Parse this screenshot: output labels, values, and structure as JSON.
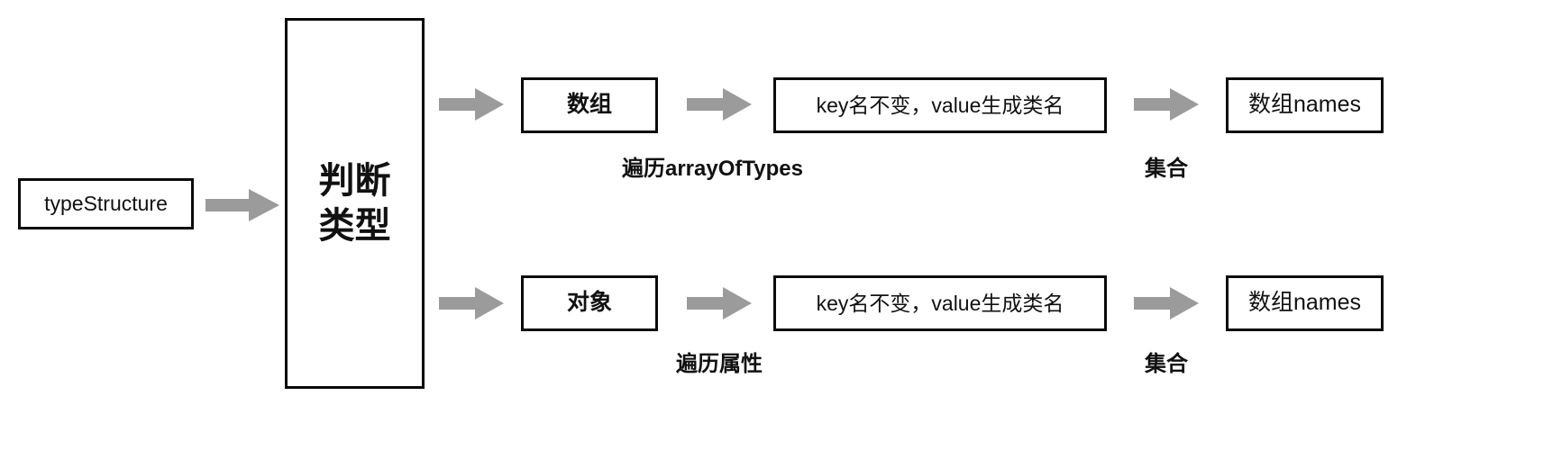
{
  "diagram": {
    "title": "typeStructure type-dispatch flow",
    "background_color": "#ffffff",
    "box_border_color": "#0a0a0a",
    "arrow_color": "#9b9b9b",
    "text_color": "#111111",
    "nodes": {
      "input": {
        "label": "typeStructure"
      },
      "decision": {
        "label": "判断\n类型"
      },
      "array_branch": {
        "label": "数组"
      },
      "array_transform": {
        "label": "key名不变，value生成类名"
      },
      "array_output": {
        "label": "数组names"
      },
      "object_branch": {
        "label": "对象"
      },
      "object_transform": {
        "label": "key名不变，value生成类名"
      },
      "object_output": {
        "label": "数组names"
      }
    },
    "edge_labels": {
      "array_iterate": "遍历arrayOfTypes",
      "array_collect": "集合",
      "object_iterate": "遍历属性",
      "object_collect": "集合"
    },
    "arrows": {
      "input_to_decision": "arrow-right-icon",
      "decision_to_array": "arrow-right-icon",
      "array_to_transform": "arrow-right-icon",
      "transform_to_array_output": "arrow-right-icon",
      "decision_to_object": "arrow-right-icon",
      "object_to_transform": "arrow-right-icon",
      "transform_to_object_output": "arrow-right-icon"
    }
  }
}
